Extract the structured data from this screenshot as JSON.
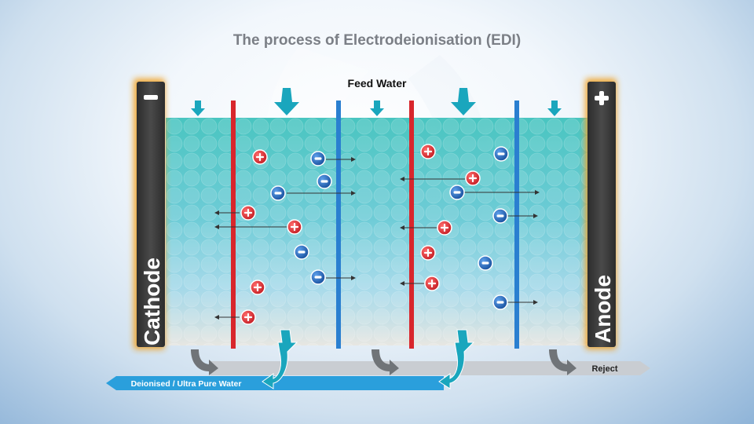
{
  "title": "The process of Electrodeionisation (EDI)",
  "feed_label": "Feed Water",
  "electrodes": {
    "cathode": {
      "label": "Cathode",
      "sign": "−"
    },
    "anode": {
      "label": "Anode",
      "sign": "+"
    }
  },
  "outputs": {
    "reject_label": "Reject",
    "product_label": "Deionised / Ultra Pure Water"
  },
  "colors": {
    "cation": "#d8262c",
    "anion": "#1f63b4",
    "cation_membrane": "#d8262c",
    "anion_membrane": "#2a7fd0",
    "water": "#4fc6c0",
    "flow_arrow": "#1aa6bd",
    "product_stream": "#2a9fdc",
    "reject_stream": "#c9cdd2",
    "electrode": "#3a3a3a"
  },
  "icons": {
    "cation": "plus-ion-icon",
    "anion": "minus-ion-icon",
    "feed_inlet": "down-arrow-icon",
    "outlet_turn": "curved-arrow-icon"
  }
}
